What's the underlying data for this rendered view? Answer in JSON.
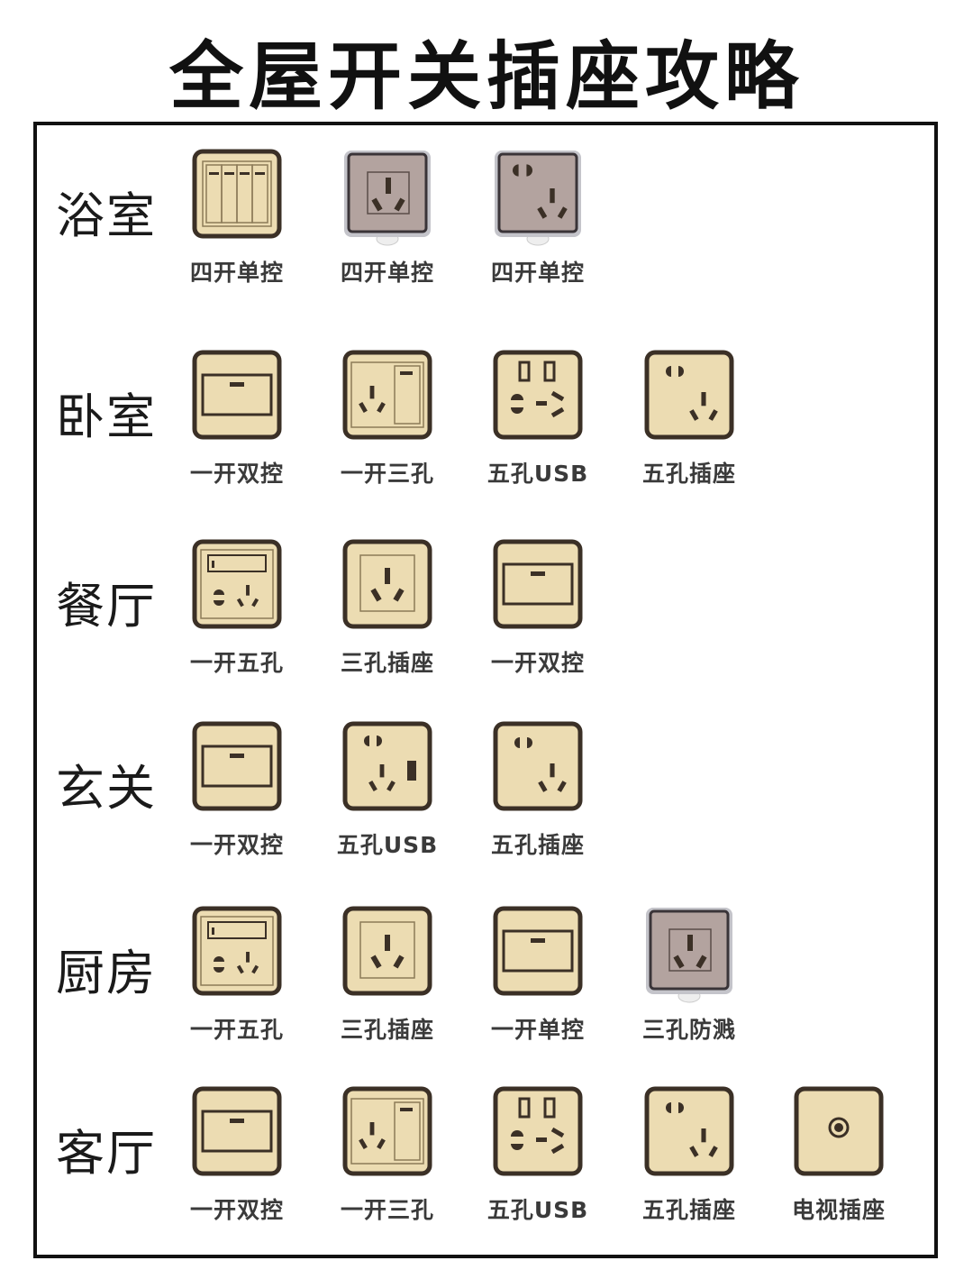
{
  "title": "全屋开关插座攻略",
  "colors": {
    "panel": "#ecdcb2",
    "outline": "#3b3026",
    "gray_panel": "#b3a39f",
    "gray_rim": "#c4c4ca"
  },
  "rooms": [
    {
      "name": "浴室",
      "items": [
        {
          "label": "四开单控",
          "icon": "four-gang-switch"
        },
        {
          "label": "四开单控",
          "icon": "splashproof-three-pin"
        },
        {
          "label": "四开单控",
          "icon": "splashproof-five-pin"
        }
      ]
    },
    {
      "name": "卧室",
      "items": [
        {
          "label": "一开双控",
          "icon": "single-switch"
        },
        {
          "label": "一开三孔",
          "icon": "switch-three-pin"
        },
        {
          "label": "五孔USB",
          "icon": "five-pin-usb"
        },
        {
          "label": "五孔插座",
          "icon": "five-pin-socket"
        }
      ]
    },
    {
      "name": "餐厅",
      "items": [
        {
          "label": "一开五孔",
          "icon": "switch-five-pin"
        },
        {
          "label": "三孔插座",
          "icon": "three-pin-socket"
        },
        {
          "label": "一开双控",
          "icon": "single-switch"
        }
      ]
    },
    {
      "name": "玄关",
      "items": [
        {
          "label": "一开双控",
          "icon": "single-switch"
        },
        {
          "label": "五孔USB",
          "icon": "five-pin-usb-side"
        },
        {
          "label": "五孔插座",
          "icon": "five-pin-socket"
        }
      ]
    },
    {
      "name": "厨房",
      "items": [
        {
          "label": "一开五孔",
          "icon": "switch-five-pin"
        },
        {
          "label": "三孔插座",
          "icon": "three-pin-socket"
        },
        {
          "label": "一开单控",
          "icon": "single-switch"
        },
        {
          "label": "三孔防溅",
          "icon": "splashproof-three-pin"
        }
      ]
    },
    {
      "name": "客厅",
      "items": [
        {
          "label": "一开双控",
          "icon": "single-switch"
        },
        {
          "label": "一开三孔",
          "icon": "switch-three-pin"
        },
        {
          "label": "五孔USB",
          "icon": "five-pin-usb"
        },
        {
          "label": "五孔插座",
          "icon": "five-pin-socket"
        },
        {
          "label": "电视插座",
          "icon": "tv-socket"
        }
      ]
    }
  ]
}
